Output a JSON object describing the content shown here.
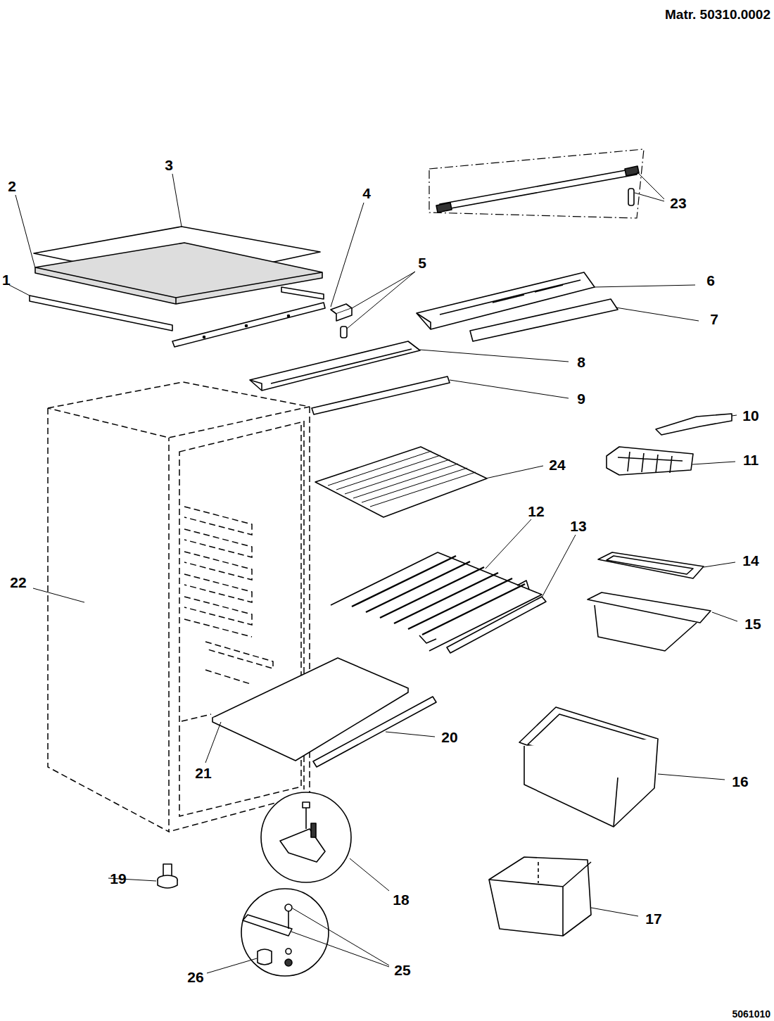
{
  "diagram": {
    "labels": [
      "Matr. 50310.0002",
      "3",
      "2",
      "4",
      "1",
      "5",
      "6",
      "7",
      "8",
      "9",
      "23",
      "10",
      "24",
      "11",
      "12",
      "13",
      "14",
      "22",
      "15",
      "20",
      "16",
      "21",
      "18",
      "19",
      "17",
      "26",
      "25",
      "5061010"
    ]
  }
}
